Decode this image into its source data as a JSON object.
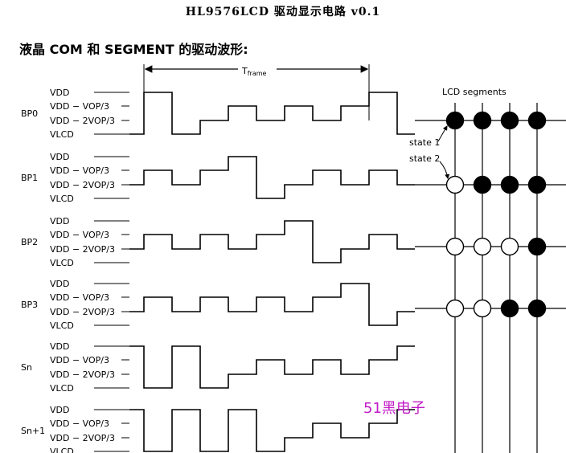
{
  "title": "HL9576LCD 驱动显示电路  v0.1",
  "heading": "液晶 COM 和 SEGMENT 的驱动波形:",
  "frame_label": {
    "main": "T",
    "sub": "frame"
  },
  "lcd_segments_label": "LCD segments",
  "state1_label": "state 1",
  "state2_label": "state 2",
  "levels": {
    "vdd": "VDD",
    "vdd_vop3": "VDD − VOP/3",
    "vdd_2vop3": "VDD − 2VOP/3",
    "vlcd": "VLCD"
  },
  "signals": [
    {
      "name": "BP0",
      "levels": [
        3,
        0,
        3,
        2,
        1,
        2,
        1,
        2,
        1,
        0,
        3
      ]
    },
    {
      "name": "BP1",
      "levels": [
        2,
        1,
        2,
        1,
        0,
        3,
        2,
        1,
        2,
        1,
        2
      ]
    },
    {
      "name": "BP2",
      "levels": [
        2,
        1,
        2,
        1,
        2,
        1,
        0,
        3,
        2,
        1,
        2
      ]
    },
    {
      "name": "BP3",
      "levels": [
        2,
        1,
        2,
        1,
        2,
        1,
        2,
        1,
        0,
        3,
        2
      ]
    },
    {
      "name": "Sn",
      "levels": [
        0,
        3,
        0,
        3,
        2,
        1,
        2,
        1,
        2,
        1,
        0
      ]
    },
    {
      "name": "Sn+1",
      "levels": [
        0,
        3,
        0,
        3,
        0,
        3,
        2,
        1,
        2,
        1,
        0
      ]
    }
  ],
  "dot_grid": [
    [
      1,
      1,
      1,
      1
    ],
    [
      0,
      1,
      1,
      1
    ],
    [
      0,
      0,
      0,
      1
    ],
    [
      0,
      0,
      1,
      1
    ]
  ],
  "watermark": "51黑电子"
}
